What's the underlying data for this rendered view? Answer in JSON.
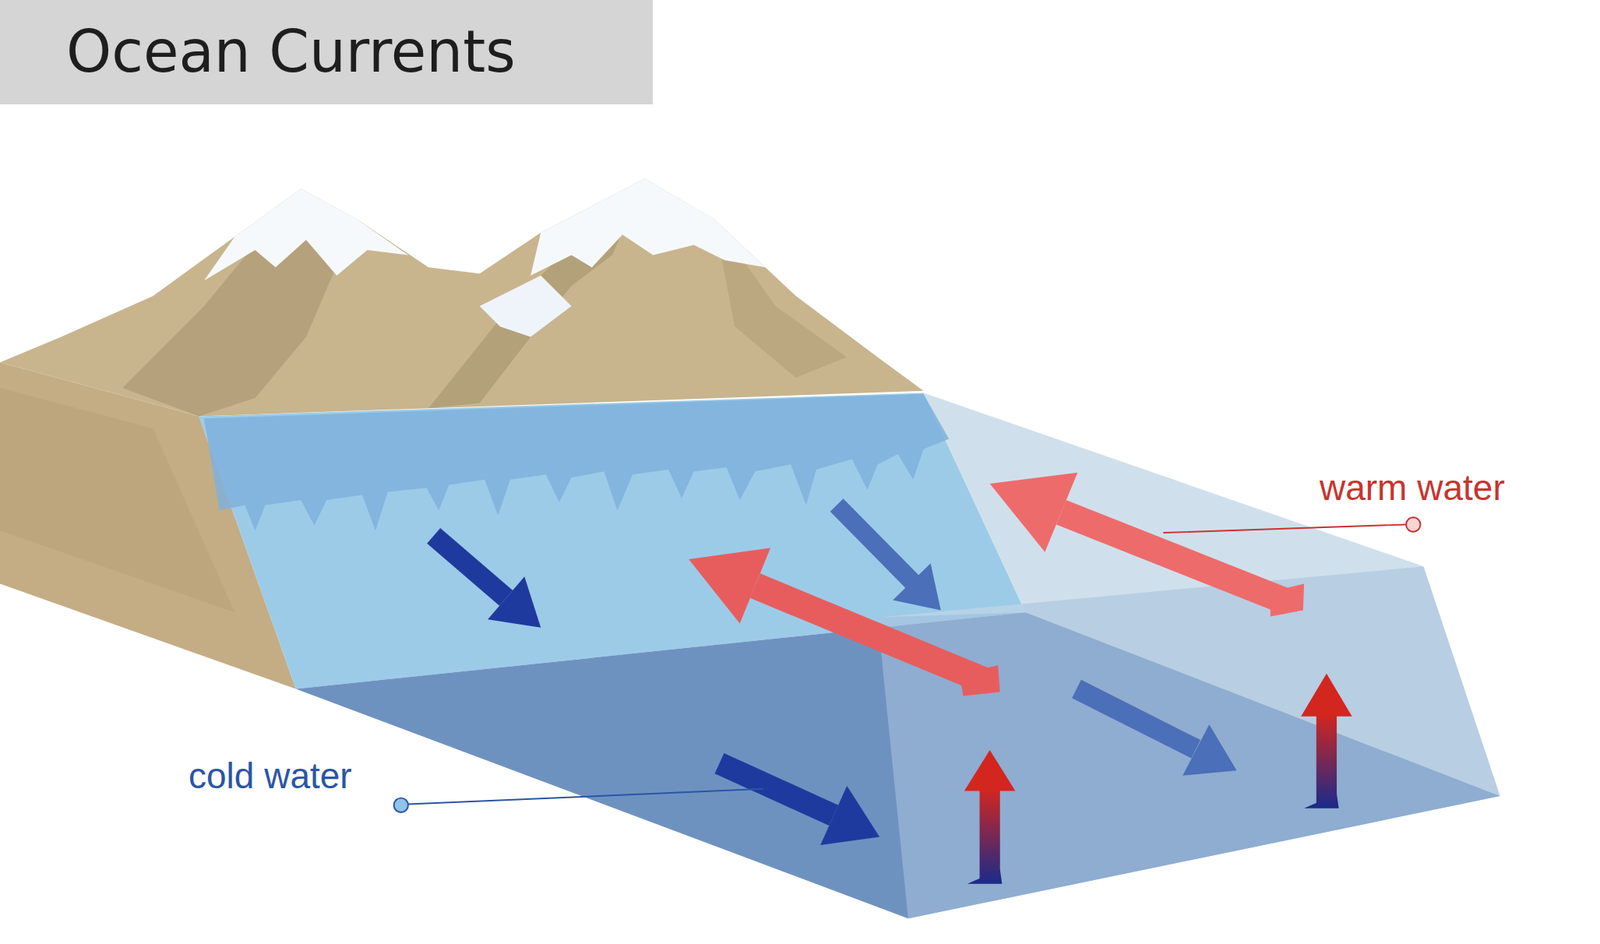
{
  "diagram": {
    "title": "Ocean Currents",
    "labels": [
      "warm water",
      "cold water"
    ]
  }
}
